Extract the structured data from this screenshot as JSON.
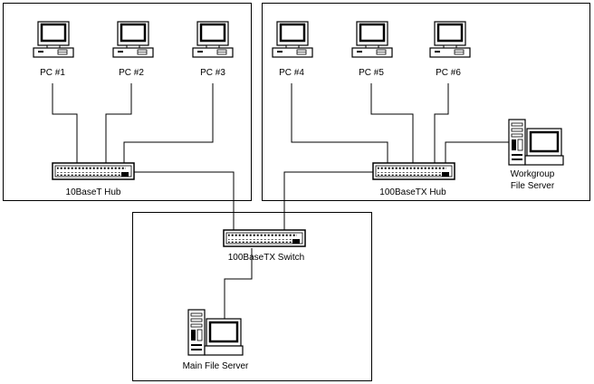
{
  "colors": {
    "line": "#000000",
    "background": "#ffffff",
    "device_fill": "#ffffff",
    "port_fill": "#000000"
  },
  "segments": {
    "left": {
      "pcs": [
        "PC #1",
        "PC #2",
        "PC #3"
      ],
      "hub_label": "10BaseT Hub"
    },
    "right": {
      "pcs": [
        "PC #4",
        "PC #5",
        "PC #6"
      ],
      "hub_label": "100BaseTX Hub",
      "server_label_line1": "Workgroup",
      "server_label_line2": "File Server"
    },
    "core": {
      "switch_label": "100BaseTX Switch",
      "server_label": "Main File Server"
    }
  },
  "icons": {
    "pc": "desktop-pc-icon",
    "hub": "network-hub-icon",
    "switch": "network-switch-icon",
    "server": "file-server-icon"
  }
}
